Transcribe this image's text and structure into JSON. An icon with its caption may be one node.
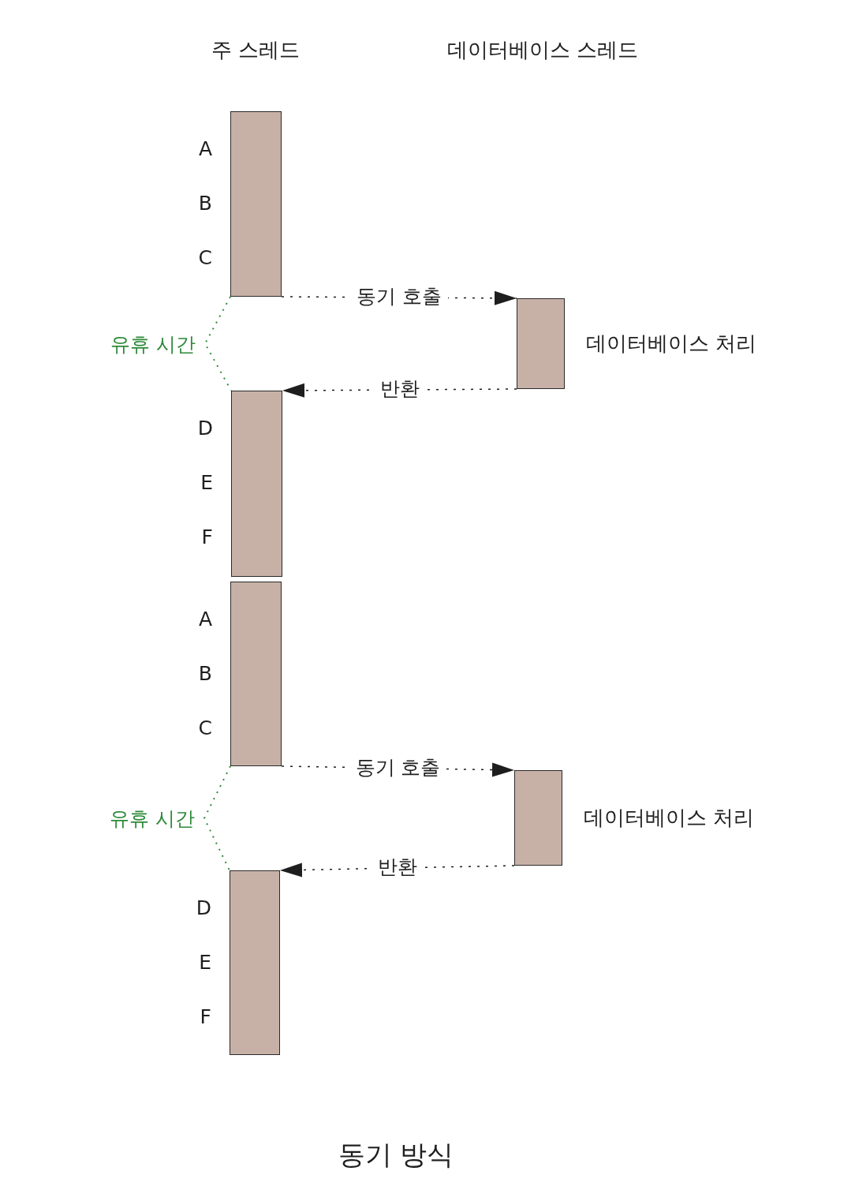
{
  "diagram": {
    "caption": "동기 방식",
    "nodes": [
      {
        "text": [],
        "shape": "bar",
        "beside": [
          "A",
          "B",
          "C"
        ]
      },
      {
        "text": [],
        "shape": "bar",
        "beside": [
          "D",
          "E",
          "F"
        ]
      },
      {
        "text": [],
        "shape": "bar",
        "beside": [
          "데이터베이스 처리"
        ]
      },
      {
        "text": [],
        "shape": "bar",
        "beside": [
          "A",
          "B",
          "C"
        ]
      },
      {
        "text": [],
        "shape": "bar",
        "beside": [
          "D",
          "E",
          "F"
        ]
      },
      {
        "text": [],
        "shape": "bar",
        "beside": [
          "데이터베이스 처리"
        ]
      }
    ],
    "edges": [
      {
        "from": 0,
        "to": 2,
        "arrow": "to",
        "label": "동기 호출",
        "style": "dashed"
      },
      {
        "from": 2,
        "to": 1,
        "arrow": "to",
        "label": "반환",
        "style": "dashed"
      },
      {
        "from": 0,
        "to": 1,
        "arrow": "none",
        "label": "유휴 시간",
        "style": "dashed",
        "color": "#2f8a3a"
      },
      {
        "from": 3,
        "to": 5,
        "arrow": "to",
        "label": "동기 호출",
        "style": "dashed"
      },
      {
        "from": 5,
        "to": 4,
        "arrow": "to",
        "label": "반환",
        "style": "dashed"
      },
      {
        "from": 3,
        "to": 4,
        "arrow": "none",
        "label": "유휴 시간",
        "style": "dashed",
        "color": "#2f8a3a"
      }
    ],
    "labels": [
      "주 스레드",
      "데이터베이스 스레드"
    ]
  }
}
